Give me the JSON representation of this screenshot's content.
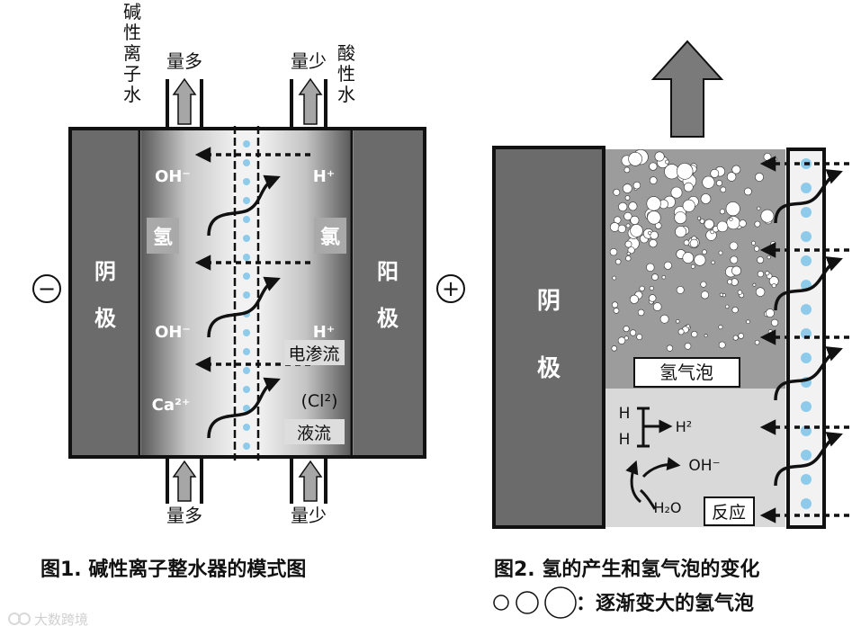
{
  "fig1": {
    "top_left": [
      "碱",
      "性",
      "离",
      "子",
      "水"
    ],
    "top_left_flow": "量多",
    "top_right": [
      "酸",
      "性",
      "水"
    ],
    "top_right_flow": "量少",
    "bottom_left_flow": "量多",
    "bottom_right_flow": "量少",
    "minus": "−",
    "plus": "+",
    "cathode": [
      "阴",
      "极"
    ],
    "anode": [
      "阳",
      "极"
    ],
    "oh": "OH⁻",
    "hplus": "H⁺",
    "hydrogen": "氢",
    "chlorine": "氯",
    "ca": "Ca²⁺",
    "cl": "(Cl²)",
    "electroosmotic": "电渗流",
    "liquid_flow": "液流",
    "caption": "图1.  碱性离子整水器的模式图"
  },
  "fig2": {
    "cathode": [
      "阴",
      "极"
    ],
    "bubbles_label": "氢气泡",
    "h_top": "H",
    "h_bottom": "H",
    "h2": "H²",
    "oh": "OH⁻",
    "h2o": "H₂O",
    "reaction": "反应",
    "caption": "图2.  氢的产生和氢气泡的变化",
    "legend": "：逐渐变大的氢气泡"
  },
  "watermark": "大数跨境",
  "colors": {
    "electrode": "#6b6b6b",
    "frame": "#111111",
    "membrane_dot": "#8ecbea",
    "bubble_zone": "#9c9c9c",
    "reaction_zone": "#d9d9d9",
    "arrow_fill": "#a6a6a6"
  }
}
